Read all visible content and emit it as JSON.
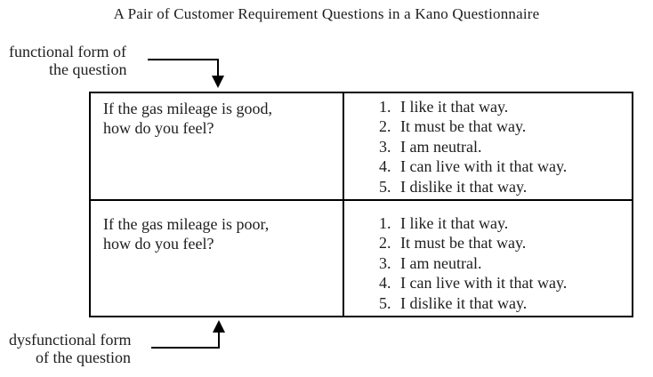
{
  "title": "A Pair of Customer Requirement Questions in a Kano Questionnaire",
  "labels": {
    "functional": {
      "line1": "functional form of",
      "line2": "the question"
    },
    "dysfunctional": {
      "line1": "dysfunctional form",
      "line2": "of the question"
    }
  },
  "table": {
    "rows": [
      {
        "form": "functional",
        "question_line1": "If the gas mileage is good,",
        "question_line2": "how do you feel?",
        "options": [
          {
            "num": "1.",
            "label": "I like it that way."
          },
          {
            "num": "2.",
            "label": "It must be that way."
          },
          {
            "num": "3.",
            "label": "I am neutral."
          },
          {
            "num": "4.",
            "label": "I can live with it that way."
          },
          {
            "num": "5.",
            "label": "I dislike it that way."
          }
        ]
      },
      {
        "form": "dysfunctional",
        "question_line1": "If the gas mileage is poor,",
        "question_line2": "how do you feel?",
        "options": [
          {
            "num": "1.",
            "label": "I like it that way."
          },
          {
            "num": "2.",
            "label": "It must be that way."
          },
          {
            "num": "3.",
            "label": "I am neutral."
          },
          {
            "num": "4.",
            "label": "I can live with it that way."
          },
          {
            "num": "5.",
            "label": "I dislike it that way."
          }
        ]
      }
    ]
  },
  "colors": {
    "text": "#1d1d1f",
    "line": "#000000",
    "background": "#ffffff"
  }
}
